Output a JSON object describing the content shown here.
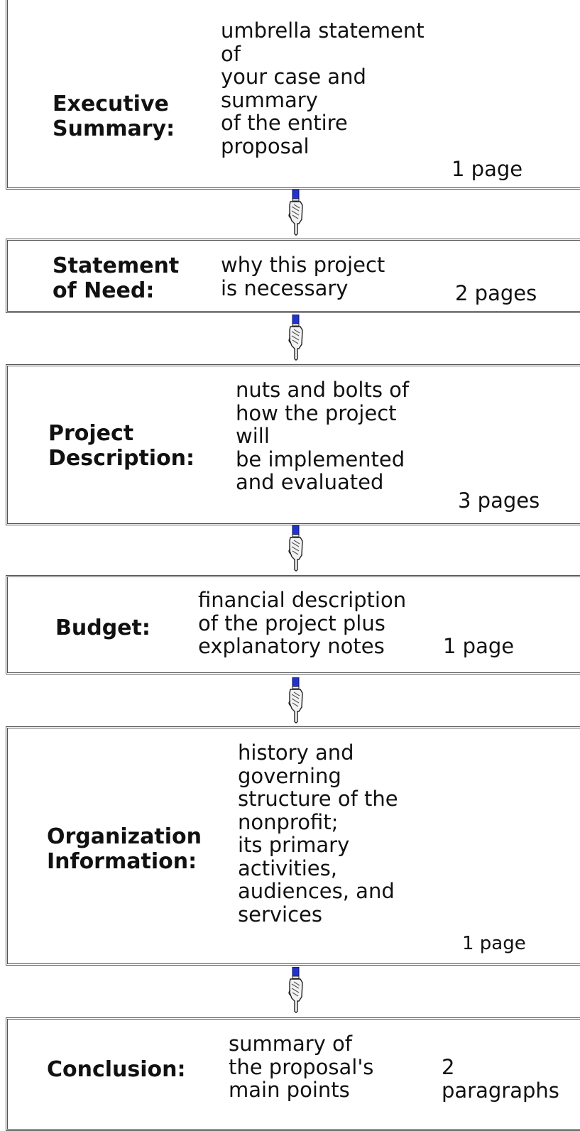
{
  "sections": [
    {
      "label_lines": [
        "Executive",
        "Summary:"
      ],
      "desc_lines": [
        "umbrella statement",
        "of",
        "your case and",
        "summary",
        "of the entire",
        "proposal"
      ],
      "length": "1 page"
    },
    {
      "label_lines": [
        "Statement",
        "of Need:"
      ],
      "desc_lines": [
        "why this project",
        "is necessary"
      ],
      "length": "2 pages"
    },
    {
      "label_lines": [
        "Project",
        "Description:"
      ],
      "desc_lines": [
        "nuts and bolts of",
        "how the project",
        "will",
        "be implemented",
        "and evaluated"
      ],
      "length": "3 pages"
    },
    {
      "label_lines": [
        "Budget:"
      ],
      "desc_lines": [
        "financial description",
        "of the project plus",
        "explanatory notes"
      ],
      "length": "1 page"
    },
    {
      "label_lines": [
        "Organization",
        "Information:"
      ],
      "desc_lines": [
        "history and",
        "governing",
        "structure of the",
        "nonprofit;",
        "its primary",
        "activities,",
        "audiences, and",
        "services"
      ],
      "length": "1 page"
    },
    {
      "label_lines": [
        "Conclusion:"
      ],
      "desc_lines": [
        "summary of",
        "the proposal's",
        "main points"
      ],
      "length_lines": [
        "2",
        "paragraphs"
      ]
    }
  ],
  "arrow_icon": "pointing-hand-down-icon",
  "colors": {
    "border": "#555555",
    "text": "#111111",
    "arrow_cuff": "#2233cc"
  }
}
